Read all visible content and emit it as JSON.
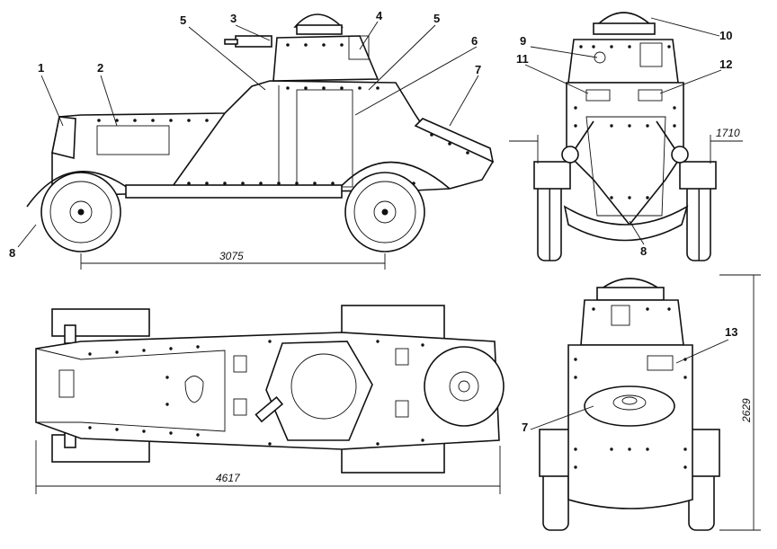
{
  "labels": {
    "side": [
      "1",
      "2",
      "3",
      "4",
      "5",
      "5",
      "6",
      "7",
      "8"
    ],
    "front": [
      "9",
      "10",
      "11",
      "12",
      "8"
    ],
    "rear": [
      "13",
      "7"
    ]
  },
  "dimensions": {
    "wheelbase": "3075",
    "length": "4617",
    "width": "1710",
    "height": "2629"
  }
}
